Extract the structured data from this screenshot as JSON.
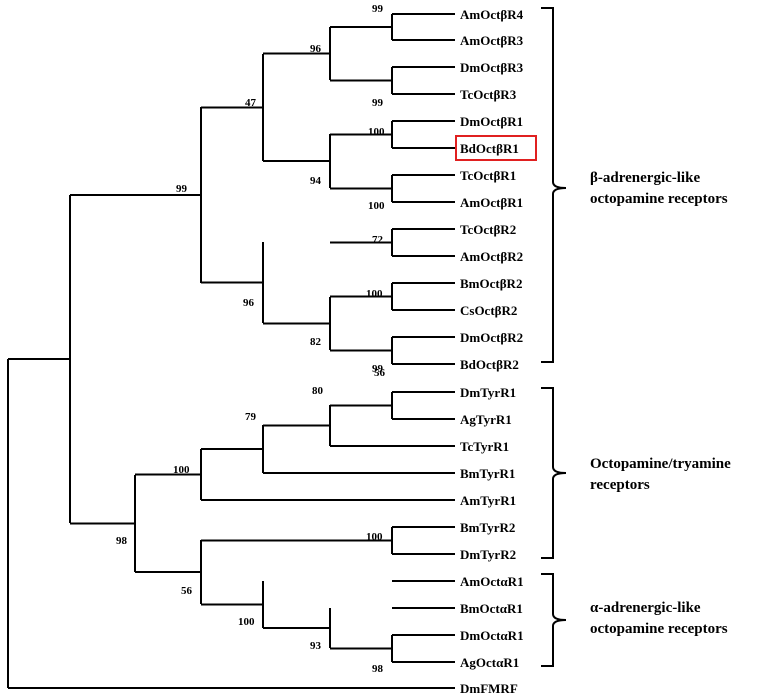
{
  "leaves": [
    "AmOctβR4",
    "AmOctβR3",
    "DmOctβR3",
    "TcOctβR3",
    "DmOctβR1",
    "BdOctβR1",
    "TcOctβR1",
    "AmOctβR1",
    "TcOctβR2",
    "AmOctβR2",
    "BmOctβR2",
    "CsOctβR2",
    "DmOctβR2",
    "BdOctβR2",
    "DmTyrR1",
    "AgTyrR1",
    "TcTyrR1",
    "BmTyrR1",
    "AmTyrR1",
    "BmTyrR2",
    "DmTyrR2",
    "AmOctαR1",
    "BmOctαR1",
    "DmOctαR1",
    "AgOctαR1",
    "DmFMRF"
  ],
  "bootstrap": [
    "99",
    "96",
    "99",
    "47",
    "100",
    "100",
    "94",
    "99",
    "72",
    "100",
    "99",
    "82",
    "96",
    "56",
    "80",
    "79",
    "100",
    "100",
    "98",
    "93",
    "100",
    "56",
    "98"
  ],
  "highlighted_leaf": "BdOctβR1",
  "groups": [
    {
      "line1": "β-adrenergic-like",
      "line2": "octopamine receptors"
    },
    {
      "line1": "Octopamine/tryamine",
      "line2": "receptors"
    },
    {
      "line1": "α-adrenergic-like",
      "line2": "octopamine receptors"
    }
  ],
  "colors": {
    "highlight": "#e02020",
    "lines": "#000000"
  }
}
